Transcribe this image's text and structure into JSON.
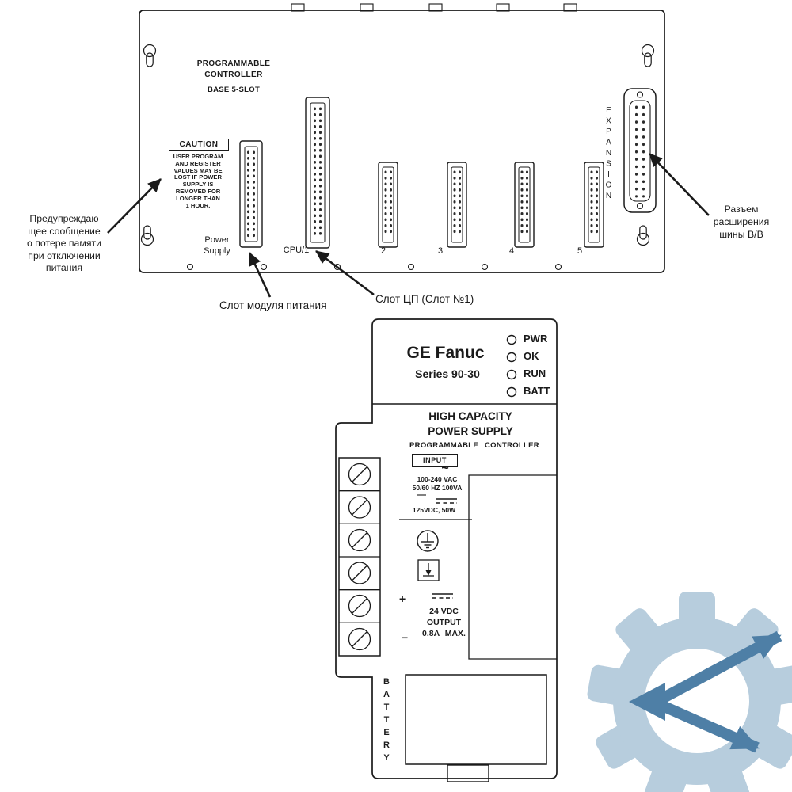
{
  "base": {
    "title_lines": [
      "PROGRAMMABLE",
      "CONTROLLER"
    ],
    "subtitle": "BASE 5-SLOT",
    "caution_label": "CAUTION",
    "caution_lines": [
      "USER PROGRAM",
      "AND REGISTER",
      "VALUES MAY BE",
      "LOST IF POWER",
      "SUPPLY IS",
      "REMOVED FOR",
      "LONGER THAN",
      "1 HOUR."
    ],
    "power_supply_lines": [
      "Power",
      "Supply"
    ],
    "slot_labels": [
      "CPU/1",
      "2",
      "3",
      "4",
      "5"
    ],
    "expansion_label": "EXPANSION"
  },
  "annotations": {
    "memory_warning_lines": [
      "Предупреждаю",
      "щее сообщение",
      "о потере памяти",
      "при отключении",
      "питания"
    ],
    "expansion_note_lines": [
      "Разъем",
      "расширения",
      "шины В/В"
    ],
    "power_slot_label": "Слот модуля питания",
    "cpu_slot_label": "Слот ЦП (Слот №1)"
  },
  "psu": {
    "brand": "GE Fanuc",
    "series": "Series 90-30",
    "led_labels": [
      "PWR",
      "OK",
      "RUN",
      "BATT"
    ],
    "heading_lines": [
      "HIGH CAPACITY",
      "POWER SUPPLY"
    ],
    "subheading": "PROGRAMMABLE CONTROLLER",
    "input_label": "INPUT",
    "ac_symbol": "~",
    "ac_line1": "100-240 VAC",
    "ac_line2": "50/60 HZ 100VA",
    "dc_line": "125VDC, 50W",
    "plus": "+",
    "minus": "−",
    "output_lines": [
      "24 VDC",
      "OUTPUT",
      "0.8A MAX."
    ],
    "battery_label": "BATTERY"
  },
  "colors": {
    "line": "#1a1a1a",
    "gear": "#b7cddd",
    "emblem": "#4e7fa6"
  }
}
